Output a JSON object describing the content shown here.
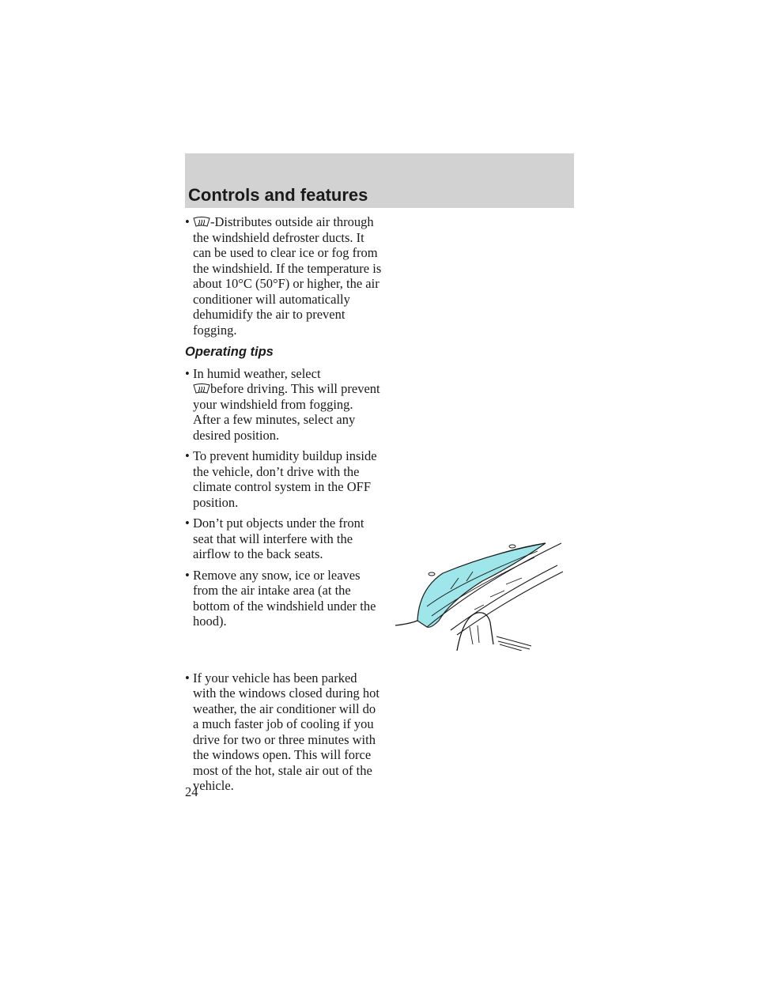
{
  "header": {
    "title": "Controls and features"
  },
  "intro_bullet": {
    "icon": "windshield-defrost-icon",
    "text": "-Distributes outside air through the windshield defroster ducts. It can be used to clear ice or fog from the windshield. If the temperature is about 10°C (50°F) or higher, the air conditioner will automatically dehumidify the air to prevent fogging."
  },
  "operating_tips": {
    "heading": "Operating tips",
    "tip1_before": "In humid weather, select",
    "tip1_icon": "windshield-defrost-icon",
    "tip1_after": "before driving. This will prevent your windshield from fogging. After a few minutes, select any desired position.",
    "tip2": "To prevent humidity buildup inside the vehicle, don’t drive with the climate control system in the OFF position.",
    "tip3": "Don’t put objects under the front seat that will interfere with the airflow to the back seats.",
    "tip4": "Remove any snow, ice or leaves from the air intake area (at the bottom of the windshield under the hood).",
    "tip5": "If your vehicle has been parked with the windows closed during hot weather, the air conditioner will do a much faster job of cooling if you drive for two or three minutes with the windows open. This will force most of the hot, stale air out of the vehicle."
  },
  "bullet_symbol": "•",
  "page_number": "24",
  "colors": {
    "header_band": "#d2d2d2",
    "intake_highlight": "#9fe6ea"
  }
}
